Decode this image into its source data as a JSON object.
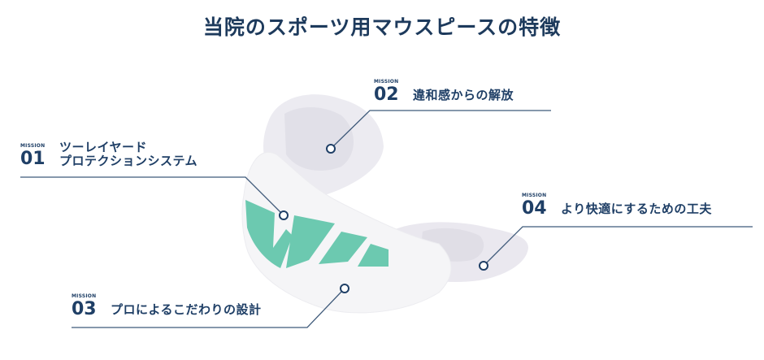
{
  "page": {
    "title": "当院のスポーツ用マウスピースの特徴"
  },
  "colors": {
    "title": "#1d3a5c",
    "text": "#1f3f66",
    "line": "#3f5a7a",
    "mint": "#6cc9b0",
    "mouthpiece_white": "#f4f4f6",
    "mouthpiece_clear": "#e6e4ec"
  },
  "missions": [
    {
      "tag": "MISSION",
      "number": "01",
      "label_line1": "ツーレイヤード",
      "label_line2": "プロテクションシステム"
    },
    {
      "tag": "MISSION",
      "number": "02",
      "label_line1": "違和感からの解放"
    },
    {
      "tag": "MISSION",
      "number": "03",
      "label_line1": "プロによるこだわりの設計"
    },
    {
      "tag": "MISSION",
      "number": "04",
      "label_line1": "より快適にするための工夫"
    }
  ]
}
